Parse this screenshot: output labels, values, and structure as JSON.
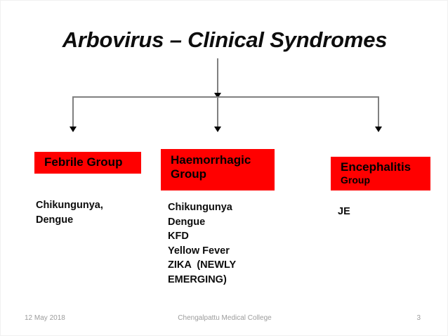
{
  "slide": {
    "title": "Arbovirus – Clinical Syndromes",
    "accent_color": "#ff0000",
    "connector_color": "#808080",
    "text_color": "#0d0d0d",
    "footer_color": "#9c9c9c"
  },
  "groups": [
    {
      "id": "febrile",
      "box_label": "Febrile Group",
      "box_line1": "Febrile Group",
      "box_line2": "",
      "diseases": "Chikungunya,\nDengue"
    },
    {
      "id": "haemorrhagic",
      "box_label": "Haemorrhagic Group",
      "box_line1": "Haemorrhagic",
      "box_line2": "Group",
      "diseases": "Chikungunya\nDengue\nKFD\nYellow Fever\nZIKA  (NEWLY\nEMERGING)"
    },
    {
      "id": "encephalitis",
      "box_label": "Encephalitis Group",
      "box_line1": "Encephalitis",
      "box_line2": "Group",
      "diseases": "JE"
    }
  ],
  "footer": {
    "date": "12 May 2018",
    "institution": "Chengalpattu Medical College",
    "page_number": "3"
  }
}
